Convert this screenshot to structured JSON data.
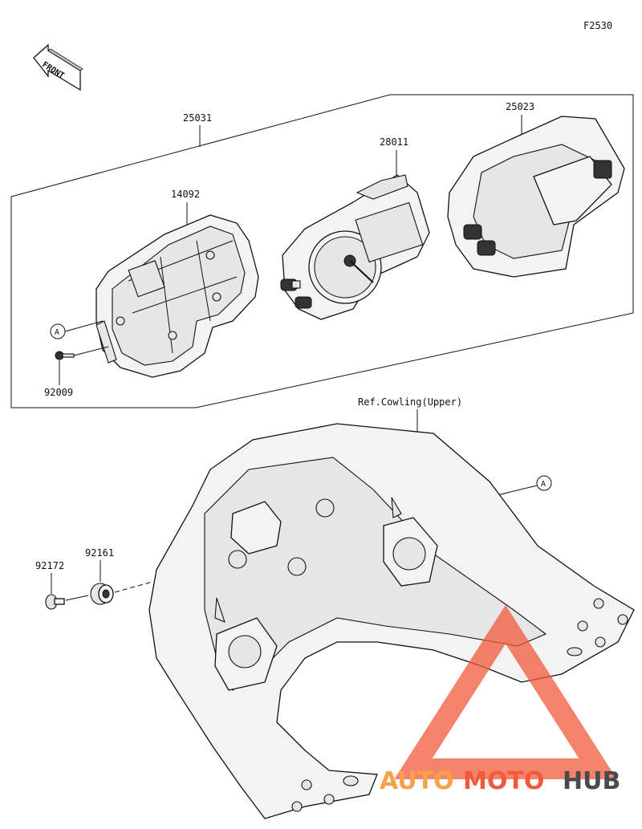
{
  "diagram_code": "F2530",
  "front_label": "FRONT",
  "parts": {
    "assembly": "25031",
    "case_lower": "14092",
    "circuit_board": "28011",
    "cover_upper": "25023",
    "screw": "92009",
    "screw_bottom": "92172",
    "damper": "92161"
  },
  "reference_label": "Ref.Cowling(Upper)",
  "callout_marker": "A",
  "watermark": {
    "text_auto": "AUTO",
    "text_moto": "MOTO",
    "text_hub": "HUB",
    "color_primary": "#f15a3c",
    "color_secondary": "#f7a24a",
    "color_hub": "#4a4a4a"
  }
}
